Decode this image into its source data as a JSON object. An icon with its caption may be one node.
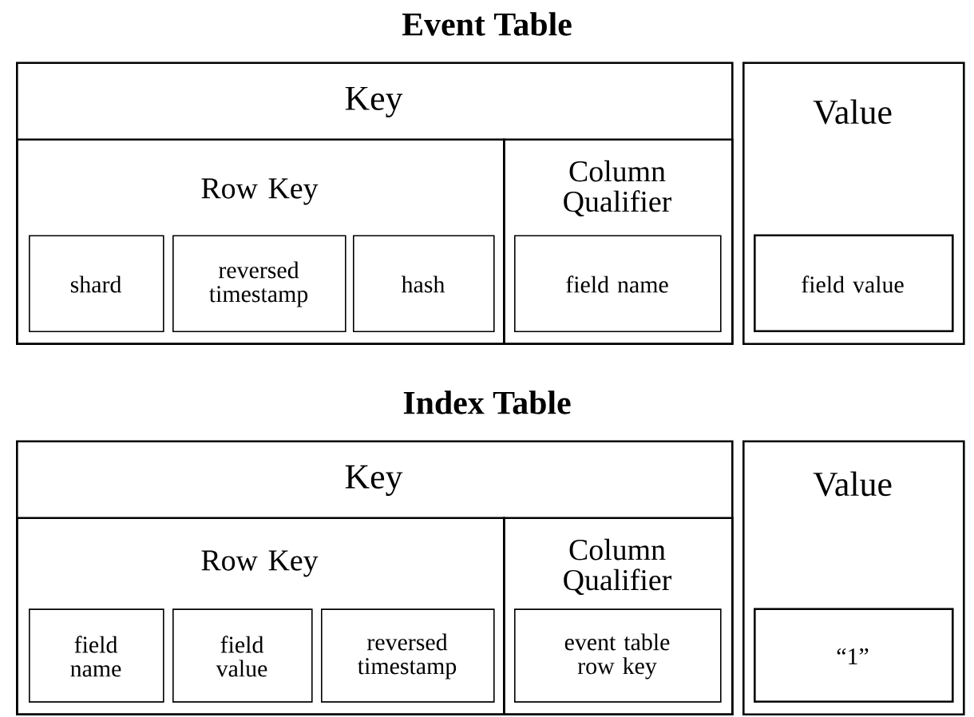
{
  "diagram": {
    "nodes": [
      {
        "text": [
          "Key"
        ]
      },
      {
        "text": [
          "Row Key"
        ],
        "in": 0
      },
      {
        "text": [
          "shard"
        ],
        "in": 1
      },
      {
        "text": [
          "reversed timestamp"
        ],
        "in": 1
      },
      {
        "text": [
          "hash"
        ],
        "in": 1
      },
      {
        "text": [
          "Column Qualifier"
        ],
        "in": 0
      },
      {
        "text": [
          "field name"
        ],
        "in": 5
      },
      {
        "text": [
          "Value"
        ]
      },
      {
        "text": [
          "field value"
        ],
        "in": 7
      },
      {
        "text": [
          "Key"
        ]
      },
      {
        "text": [
          "Row Key"
        ],
        "in": 9
      },
      {
        "text": [
          "field name"
        ],
        "in": 10
      },
      {
        "text": [
          "field value"
        ],
        "in": 10
      },
      {
        "text": [
          "reversed timestamp"
        ],
        "in": 10
      },
      {
        "text": [
          "Column Qualifier"
        ],
        "in": 9
      },
      {
        "text": [
          "event table row key"
        ],
        "in": 14
      },
      {
        "text": [
          "Value"
        ]
      },
      {
        "text": [
          "“1”"
        ],
        "in": 16
      }
    ],
    "labels": [
      "Event Table",
      "Index Table"
    ]
  }
}
